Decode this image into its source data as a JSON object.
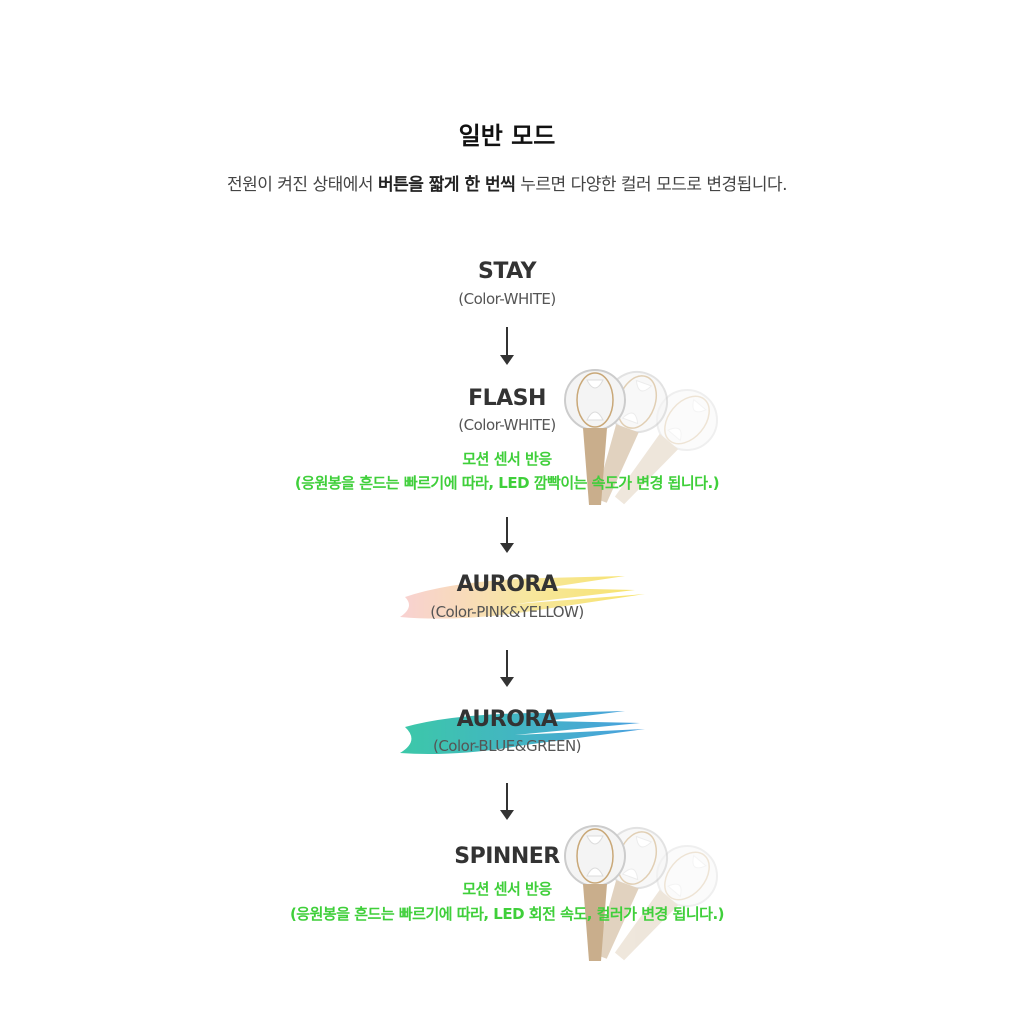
{
  "header": {
    "title": "일반 모드",
    "desc_pre": "전원이 켜진 상태에서 ",
    "desc_bold": "버튼을 짧게 한 번씩",
    "desc_post": " 누르면 다양한 컬러 모드로 변경됩니다."
  },
  "modes": [
    {
      "name": "STAY",
      "color": "(Color-WHITE)"
    },
    {
      "name": "FLASH",
      "color": "(Color-WHITE)",
      "motion": "모션 센서 반응",
      "motion_desc": "(응원봉을 흔드는 빠르기에 따라, LED 깜빡이는 속도가 변경 됩니다.)"
    },
    {
      "name": "AURORA",
      "color": "(Color-PINK&YELLOW)",
      "brush_colors": [
        "#f7c6c6",
        "#f7e36a"
      ]
    },
    {
      "name": "AURORA",
      "color": "(Color-BLUE&GREEN)",
      "brush_colors": [
        "#3cc8a8",
        "#4aa0e0"
      ]
    },
    {
      "name": "SPINNER",
      "motion": "모션 센서 반응",
      "motion_desc": "(응원봉을 흔드는 빠르기에 따라, LED 회전 속도, 컬러가 변경 됩니다.)"
    }
  ],
  "accent_green": "#3fcf3a"
}
